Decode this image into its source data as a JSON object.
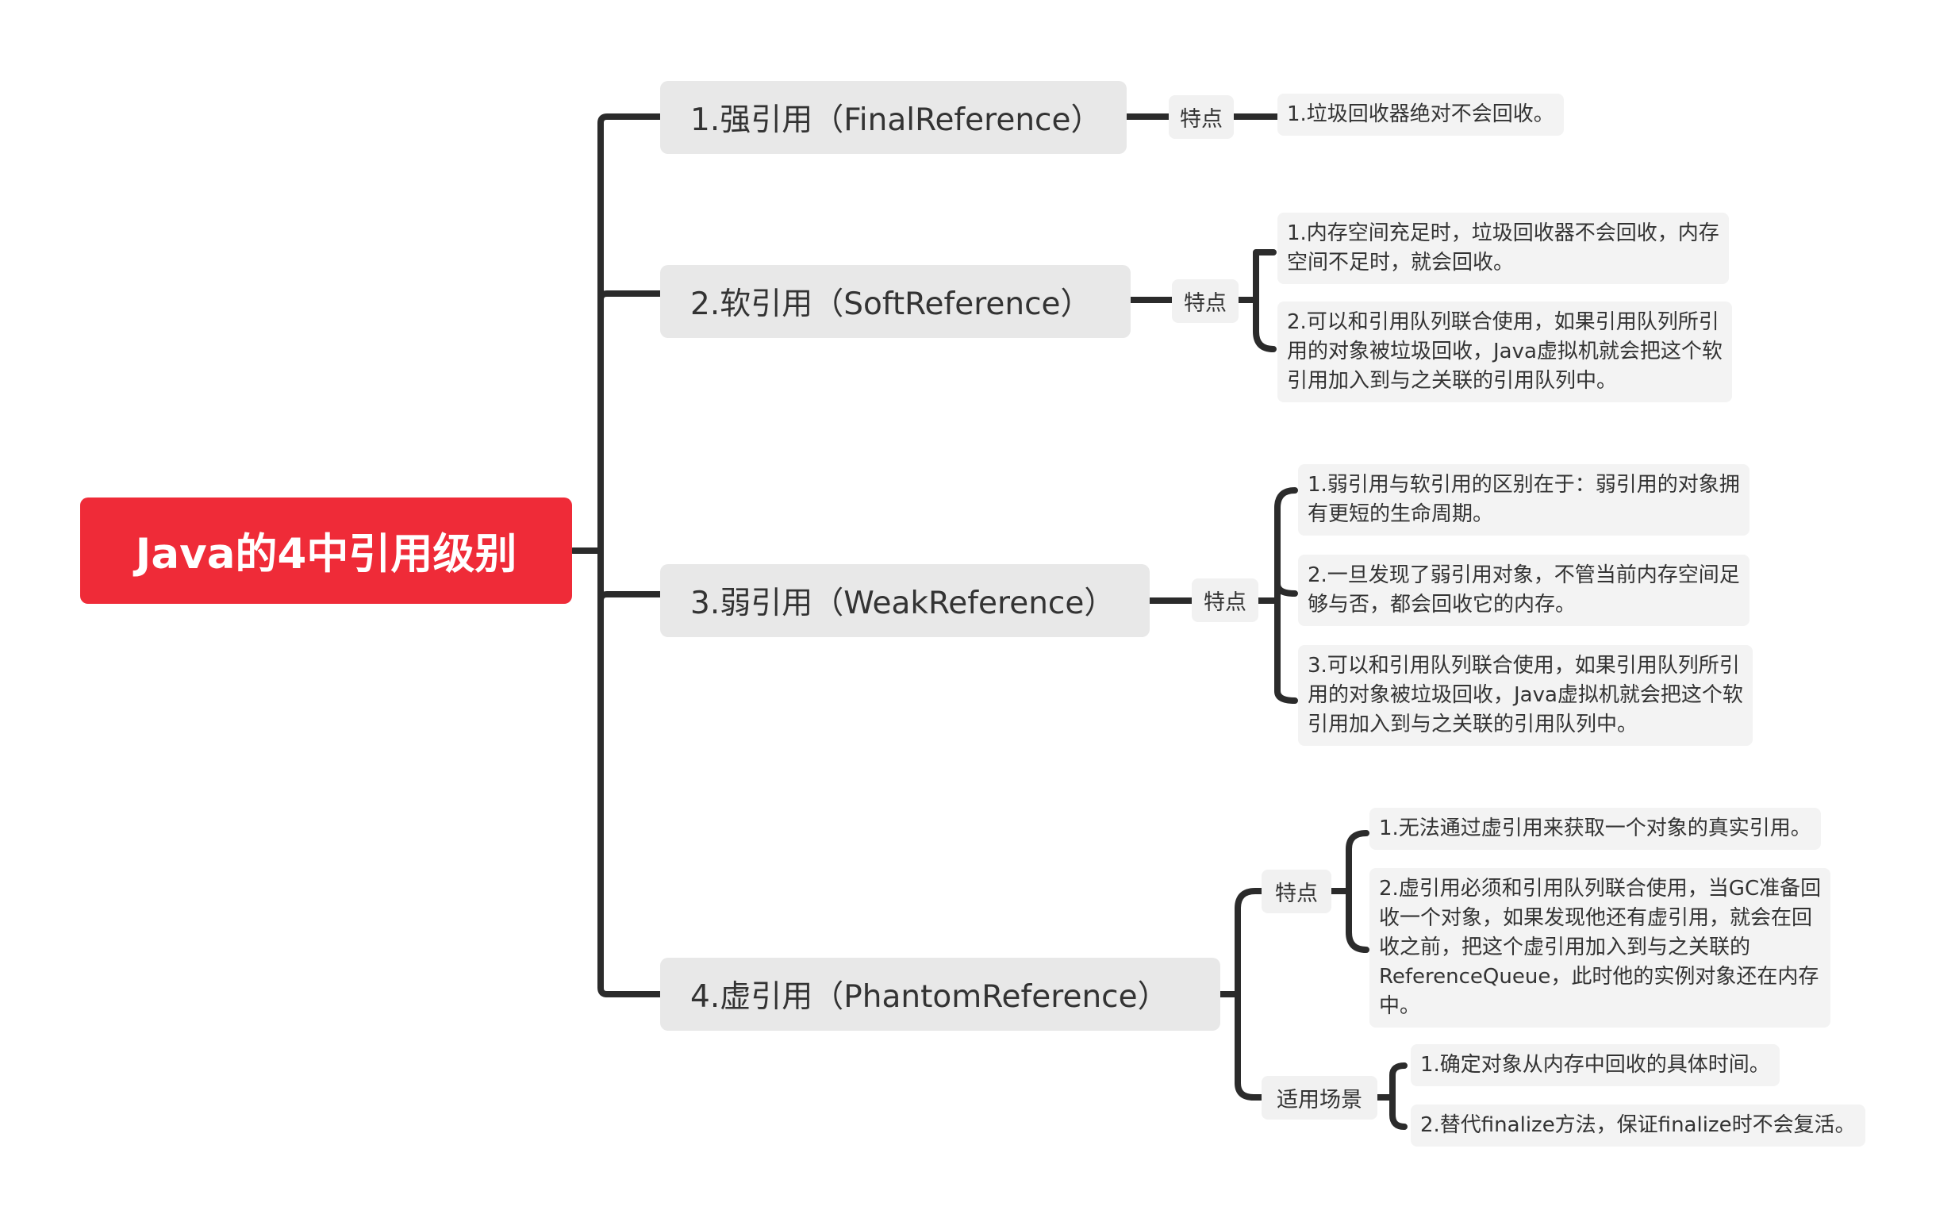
{
  "root": {
    "title": "Java的4中引用级别"
  },
  "branches": [
    {
      "label": "1.强引用（FinalReference）",
      "groups": [
        {
          "tag": "特点",
          "items": [
            "1.垃圾回收器绝对不会回收。"
          ]
        }
      ]
    },
    {
      "label": "2.软引用（SoftReference）",
      "groups": [
        {
          "tag": "特点",
          "items": [
            "1.内存空间充足时，垃圾回收器不会回收，内存\n空间不足时，就会回收。",
            "2.可以和引用队列联合使用，如果引用队列所引\n用的对象被垃圾回收，Java虚拟机就会把这个软\n引用加入到与之关联的引用队列中。"
          ]
        }
      ]
    },
    {
      "label": "3.弱引用（WeakReference）",
      "groups": [
        {
          "tag": "特点",
          "items": [
            "1.弱引用与软引用的区别在于：弱引用的对象拥\n有更短的生命周期。",
            "2.一旦发现了弱引用对象，不管当前内存空间足\n够与否，都会回收它的内存。",
            "3.可以和引用队列联合使用，如果引用队列所引\n用的对象被垃圾回收，Java虚拟机就会把这个软\n引用加入到与之关联的引用队列中。"
          ]
        }
      ]
    },
    {
      "label": "4.虚引用（PhantomReference）",
      "groups": [
        {
          "tag": "特点",
          "items": [
            "1.无法通过虚引用来获取一个对象的真实引用。",
            "2.虚引用必须和引用队列联合使用，当GC准备回\n收一个对象，如果发现他还有虚引用，就会在回\n收之前，把这个虚引用加入到与之关联的\nReferenceQueue，此时他的实例对象还在内存\n中。"
          ]
        },
        {
          "tag": "适用场景",
          "items": [
            "1.确定对象从内存中回收的具体时间。",
            "2.替代finalize方法，保证finalize时不会复活。"
          ]
        }
      ]
    }
  ]
}
